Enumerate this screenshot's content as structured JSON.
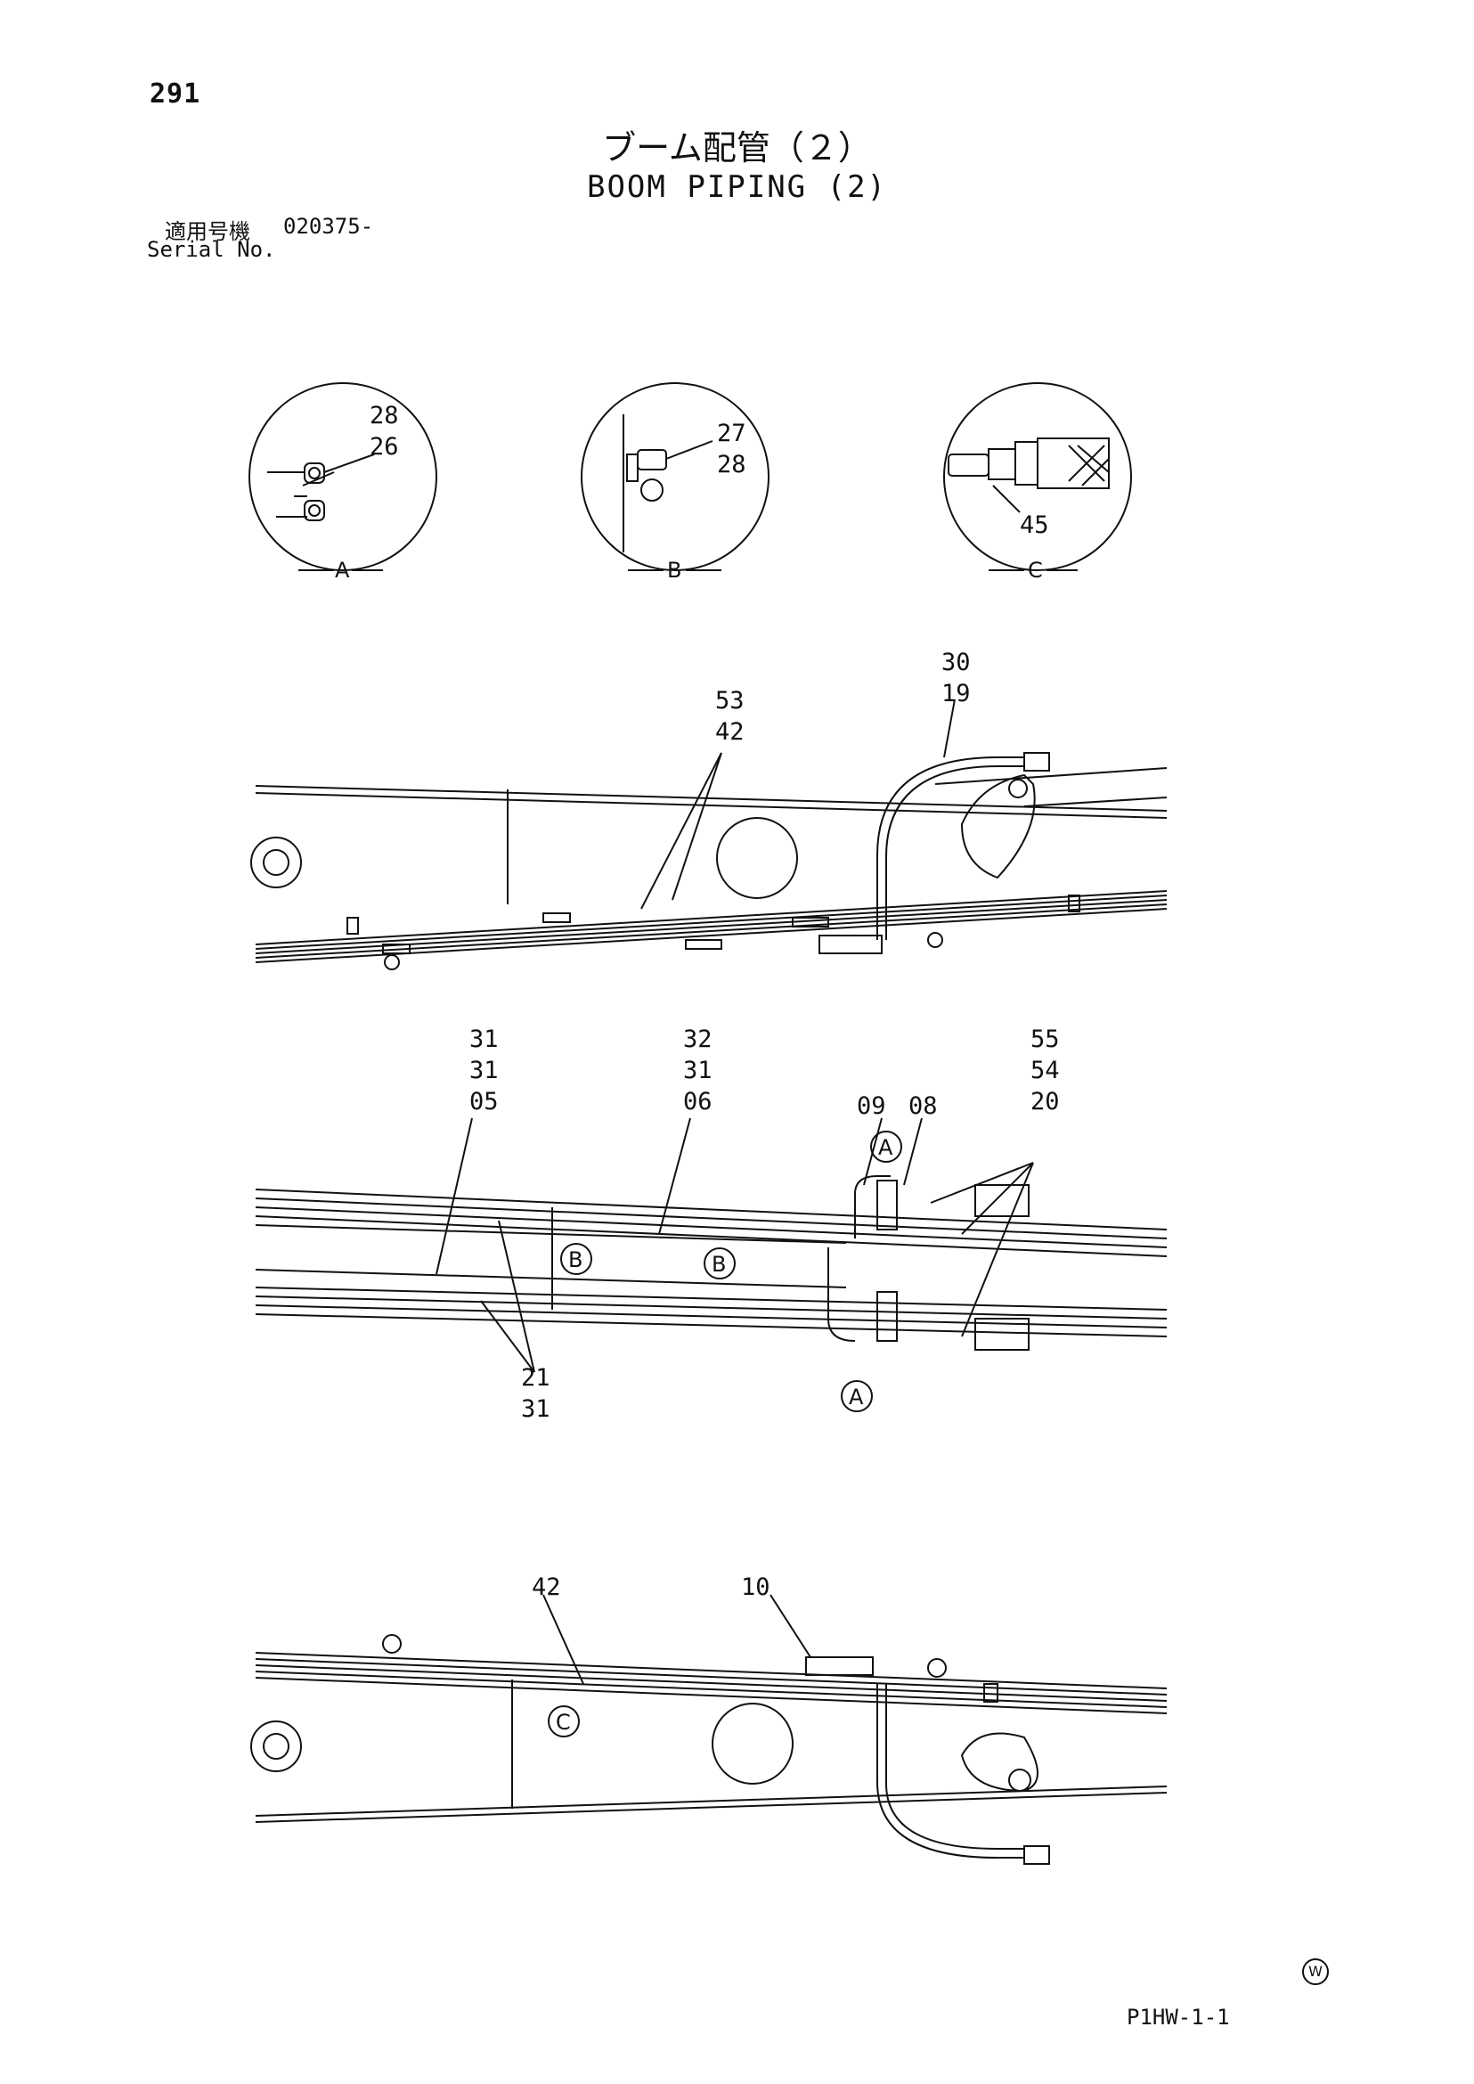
{
  "header": {
    "page_number": "291",
    "title_jp": "ブーム配管（２）",
    "title_en": "BOOM PIPING (2)",
    "serial_label_jp": "適用号機",
    "serial_label_en": "Serial No.",
    "serial_value": "020375-"
  },
  "details": [
    {
      "id": "A",
      "parts": [
        "28",
        "26"
      ]
    },
    {
      "id": "B",
      "parts": [
        "27",
        "28"
      ]
    },
    {
      "id": "C",
      "parts": [
        "45"
      ]
    }
  ],
  "view1": {
    "labels": [
      {
        "id": "v1-53-42",
        "lines": [
          "53",
          "42"
        ]
      },
      {
        "id": "v1-30-19",
        "lines": [
          "30",
          "19"
        ]
      }
    ]
  },
  "view2": {
    "labels": [
      {
        "id": "v2-31-31-05",
        "lines": [
          "31",
          "31",
          "05"
        ]
      },
      {
        "id": "v2-32-31-06",
        "lines": [
          "32",
          "31",
          "06"
        ]
      },
      {
        "id": "v2-09",
        "lines": [
          "09"
        ]
      },
      {
        "id": "v2-08",
        "lines": [
          "08"
        ]
      },
      {
        "id": "v2-55-54-20",
        "lines": [
          "55",
          "54",
          "20"
        ]
      },
      {
        "id": "v2-21-31",
        "lines": [
          "21",
          "31"
        ]
      }
    ],
    "markers": [
      "A",
      "B",
      "B",
      "A"
    ]
  },
  "view3": {
    "labels": [
      {
        "id": "v3-42",
        "lines": [
          "42"
        ]
      },
      {
        "id": "v3-10",
        "lines": [
          "10"
        ]
      }
    ],
    "markers": [
      "C"
    ]
  },
  "footer": {
    "page_code": "P1HW-1-1",
    "mark": "W"
  }
}
